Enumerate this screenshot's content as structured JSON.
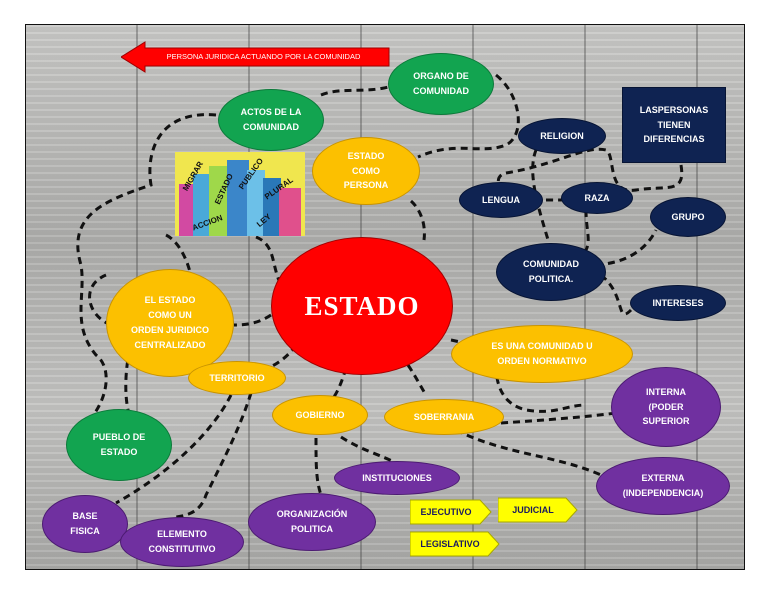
{
  "colors": {
    "green": "#12a450",
    "orange": "#fcc000",
    "navy": "#0f2352",
    "purple": "#7030a0",
    "red": "#ff0000",
    "yellow": "#ffff00"
  },
  "arrow": {
    "label": "PERSONA JURIDICA ACTUANDO POR LA COMUNIDAD"
  },
  "photo": {
    "words": [
      "MIGRAR",
      "ESTADO",
      "PUBLICO",
      "PLURAL",
      "LEY",
      "ACCION"
    ]
  },
  "nodes": {
    "estado": "ESTADO",
    "organo": "ORGANO DE\nCOMUNIDAD",
    "actos": "ACTOS DE LA\nCOMUNIDAD",
    "estado_persona": "ESTADO\nCOMO\nPERSONA",
    "orden_juridico": "EL ESTADO\nCOMO UN\nORDEN JURIDICO\nCENTRALIZADO",
    "comunidad_orden": "ES UNA COMUNIDAD U\nORDEN NORMATIVO",
    "territorio": "TERRITORIO",
    "gobierno": "GOBIERNO",
    "soberania": "SOBERRANIA",
    "pueblo": "PUEBLO DE\nESTADO",
    "base_fisica": "BASE\nFISICA",
    "elemento": "ELEMENTO\nCONSTITUTIVO",
    "organizacion": "ORGANIZACIÓN\nPOLITICA",
    "instituciones": "INSTITUCIONES",
    "interna": "INTERNA\n(PODER\nSUPERIOR",
    "externa": "EXTERNA\n(INDEPENDENCIA)",
    "religion": "RELIGION",
    "lengua": "LENGUA",
    "raza": "RAZA",
    "grupo": "GRUPO",
    "comunidad_politica": "COMUNIDAD\nPOLITICA.",
    "intereses": "INTERESES",
    "personas_box": "LASPERSONAS\nTIENEN\nDIFERENCIAS"
  },
  "tags": {
    "ejecutivo": "EJECUTIVO",
    "judicial": "JUDICIAL",
    "legislativo": "LEGISLATIVO"
  }
}
